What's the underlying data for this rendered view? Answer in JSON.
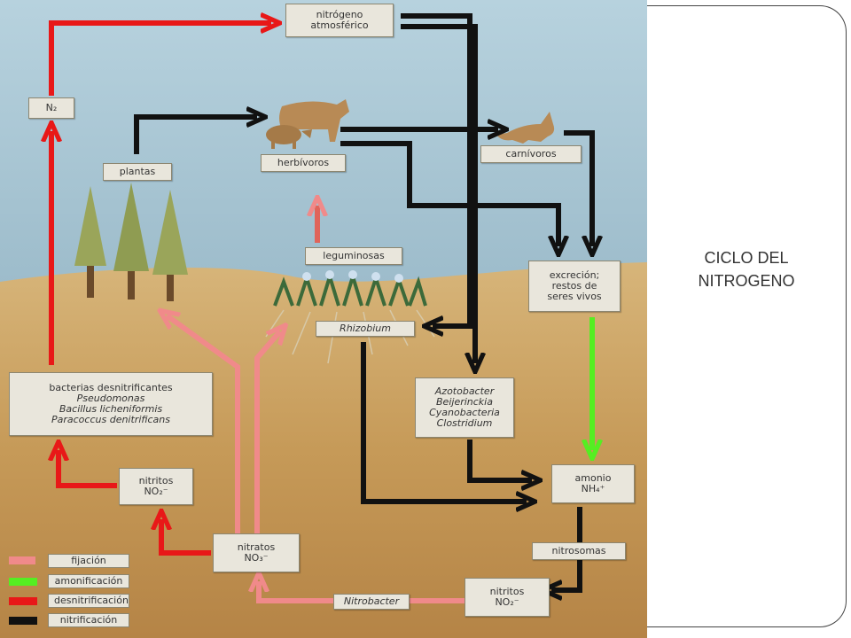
{
  "title": "CICLO DEL\nNITROGENO",
  "colors": {
    "fijacion": "#f08a8a",
    "amonificacion": "#55ee22",
    "desnitrificacion": "#e81818",
    "nitrificacion": "#111111",
    "sky": "#a9c8d7",
    "soil": "#c9a262"
  },
  "icons": [
    "cow-icon",
    "pig-icon",
    "fox-icon",
    "tree-icon",
    "legume-plant-icon"
  ],
  "labels": {
    "nitrogeno_atmosferico": [
      "nitrógeno",
      "atmosférico"
    ],
    "n2": "N₂",
    "plantas": "plantas",
    "herbivoros": "herbívoros",
    "carnivoros": "carnívoros",
    "leguminosas": "leguminosas",
    "rhizobium": "Rhizobium",
    "excrecion": [
      "excreción;",
      "restos de",
      "seres vivos"
    ],
    "bacterias_desnitrificantes": [
      "bacterias desnitrificantes",
      "Pseudomonas",
      "Bacillus licheniformis",
      "Paracoccus denitrificans"
    ],
    "azotobacter": [
      "Azotobacter",
      "Beijerinckia",
      "Cyanobacteria",
      "Clostridium"
    ],
    "amonio": [
      "amonio",
      "NH₄⁺"
    ],
    "nitritos_left": [
      "nitritos",
      "NO₂⁻"
    ],
    "nitratos": [
      "nitratos",
      "NO₃⁻"
    ],
    "nitrosomas": "nitrosomas",
    "nitritos_bottom": [
      "nitritos",
      "NO₂⁻"
    ],
    "nitrobacter": "Nitrobacter"
  },
  "legend": [
    {
      "label": "fijación",
      "color": "#f08a8a"
    },
    {
      "label": "amonificación",
      "color": "#55ee22"
    },
    {
      "label": "desnitrificación",
      "color": "#e81818"
    },
    {
      "label": "nitrificación",
      "color": "#111111"
    }
  ]
}
